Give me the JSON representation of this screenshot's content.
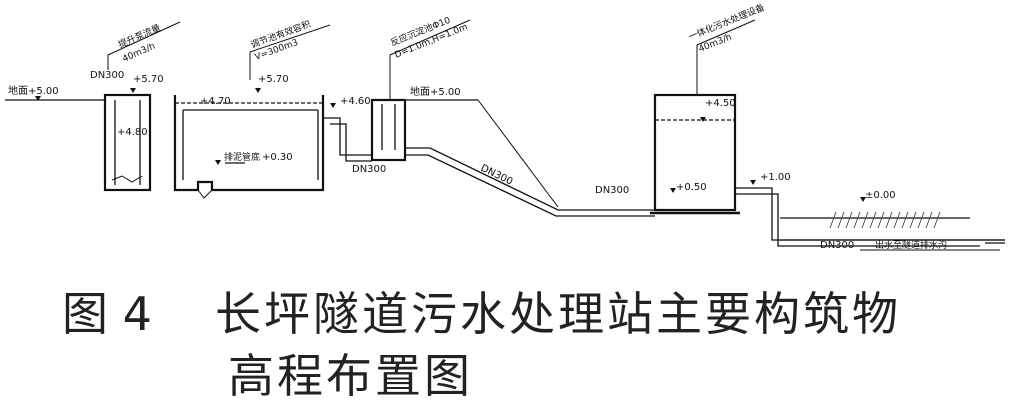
{
  "labels": {
    "ground_left": "地面+5.00",
    "inlet_pipe": "DN300",
    "level_570_a": "+5.70",
    "level_570_b": "+5.70",
    "level_480": "+4.80",
    "level_470": "+4.70",
    "level_460": "+4.60",
    "level_030": "+0.30",
    "sludge_pipe": "排泥管底",
    "level_450": "+4.50",
    "level_050": "+0.50",
    "level_100": "+1.00",
    "level_000": "±0.00",
    "pipe_mid": "DN300",
    "pipe_slope": "DN300",
    "pipe_low": "DN300",
    "pipe_out": "DN300",
    "ground_mid": "地面+5.00",
    "leader_1_top": "提升泵流量",
    "leader_1_bot": "40m3/h",
    "leader_2_top": "调节池有效容积",
    "leader_2_bot": "V=300m3",
    "leader_3_top": "反应沉淀池Φ10",
    "leader_3_bot": "D=1.0m,H=1.0m",
    "leader_4_top": "一体化污水处理设备",
    "leader_4_bot": "40m3/h",
    "outlet_note": "出水至隧道排水沟"
  },
  "caption": {
    "figure_no": "图 4",
    "title_line1": "长坪隧道污水处理站主要构筑物",
    "title_line2": "高程布置图"
  }
}
